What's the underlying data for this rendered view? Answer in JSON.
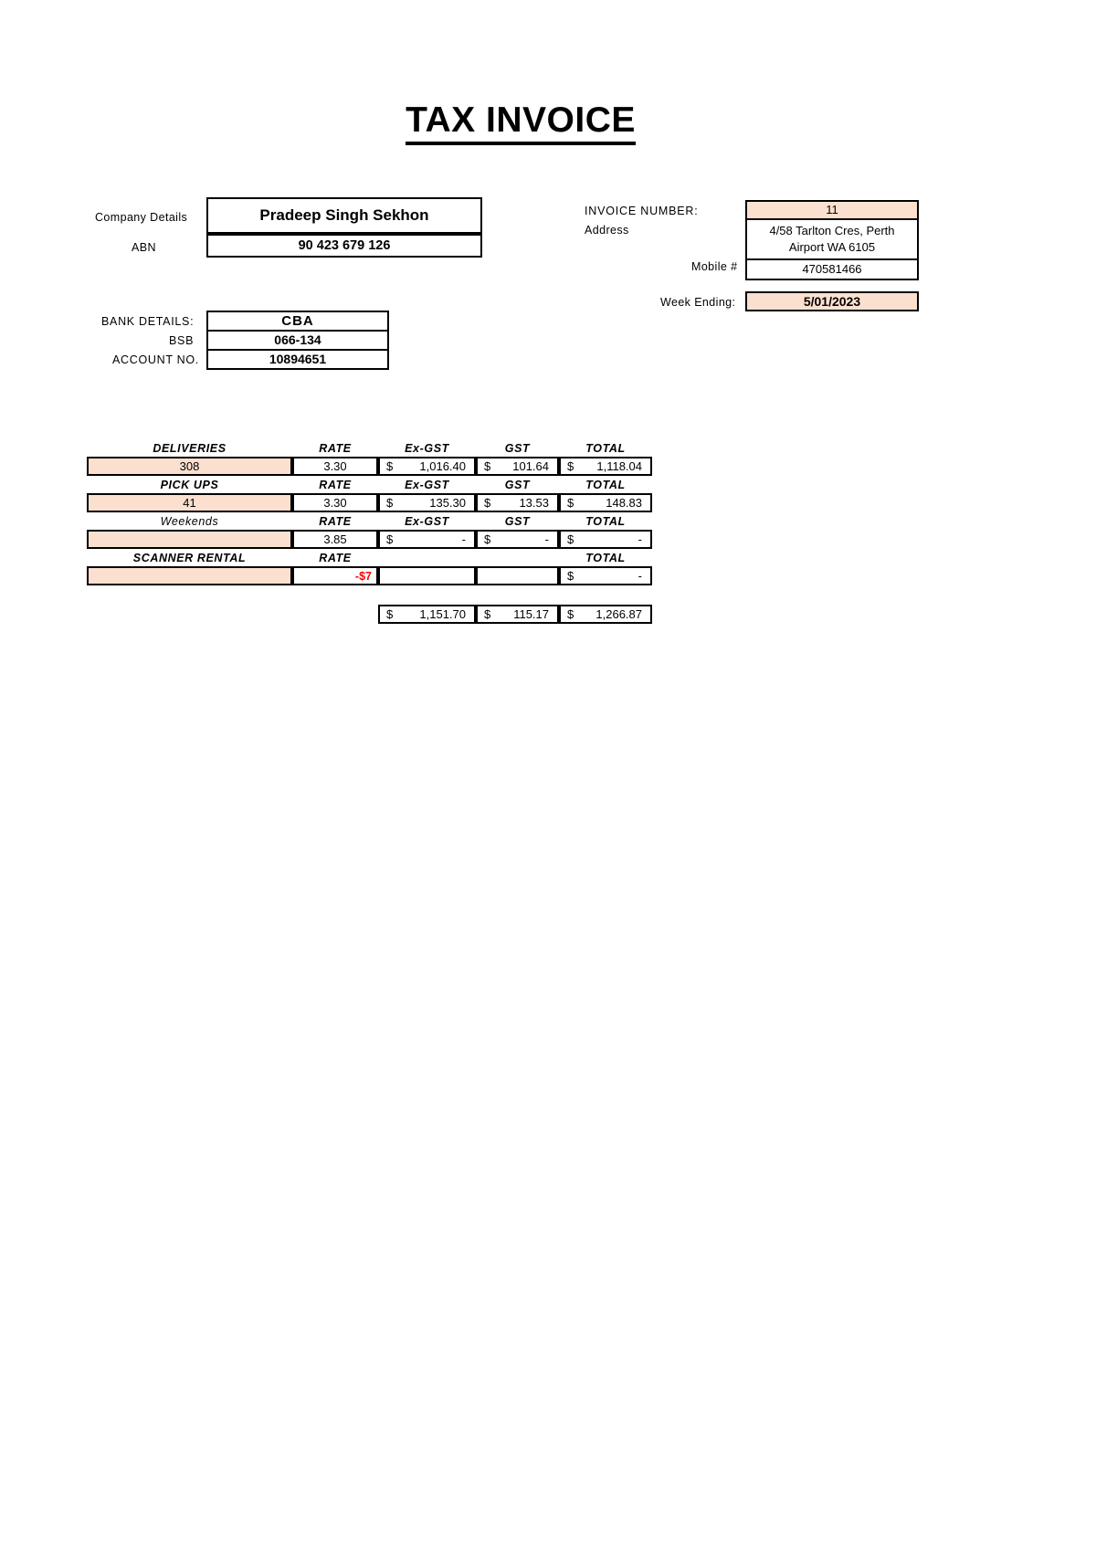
{
  "document": {
    "title": "TAX INVOICE"
  },
  "company": {
    "details_label": "Company Details",
    "name": "Pradeep Singh Sekhon",
    "abn_label": "ABN",
    "abn": "90 423 679 126"
  },
  "invoice": {
    "number_label": "INVOICE NUMBER:",
    "number": "11",
    "address_label": "Address",
    "address_line1": "4/58 Tarlton Cres, Perth",
    "address_line2": "Airport WA 6105",
    "mobile_label": "Mobile #",
    "mobile": "470581466",
    "week_ending_label": "Week Ending:",
    "week_ending": "5/01/2023"
  },
  "bank": {
    "details_label": "BANK DETAILS:",
    "bank_name": "CBA",
    "bsb_label": "BSB",
    "bsb": "066-134",
    "account_label": "ACCOUNT NO.",
    "account_no": "10894651"
  },
  "table": {
    "headers": {
      "rate": "RATE",
      "ex_gst": "Ex-GST",
      "gst": "GST",
      "total": "TOTAL"
    },
    "sections": [
      {
        "name": "DELIVERIES",
        "quantity": "308",
        "rate": "3.30",
        "ex_gst": "1,016.40",
        "gst": "101.64",
        "total": "1,118.04"
      },
      {
        "name": "PICK UPS",
        "quantity": "41",
        "rate": "3.30",
        "ex_gst": "135.30",
        "gst": "13.53",
        "total": "148.83"
      },
      {
        "name": "Weekends",
        "quantity": "",
        "rate": "3.85",
        "ex_gst": "-",
        "gst": "-",
        "total": "-"
      },
      {
        "name": "SCANNER RENTAL",
        "quantity": "",
        "rate": "-$7",
        "ex_gst": "",
        "gst": "",
        "total": "-"
      }
    ],
    "grand_total": {
      "ex_gst": "1,151.70",
      "gst": "115.17",
      "total": "1,266.87"
    },
    "currency_symbol": "$"
  },
  "colors": {
    "highlight": "#fbe0d0",
    "negative": "#ff0000",
    "border": "#000000"
  }
}
